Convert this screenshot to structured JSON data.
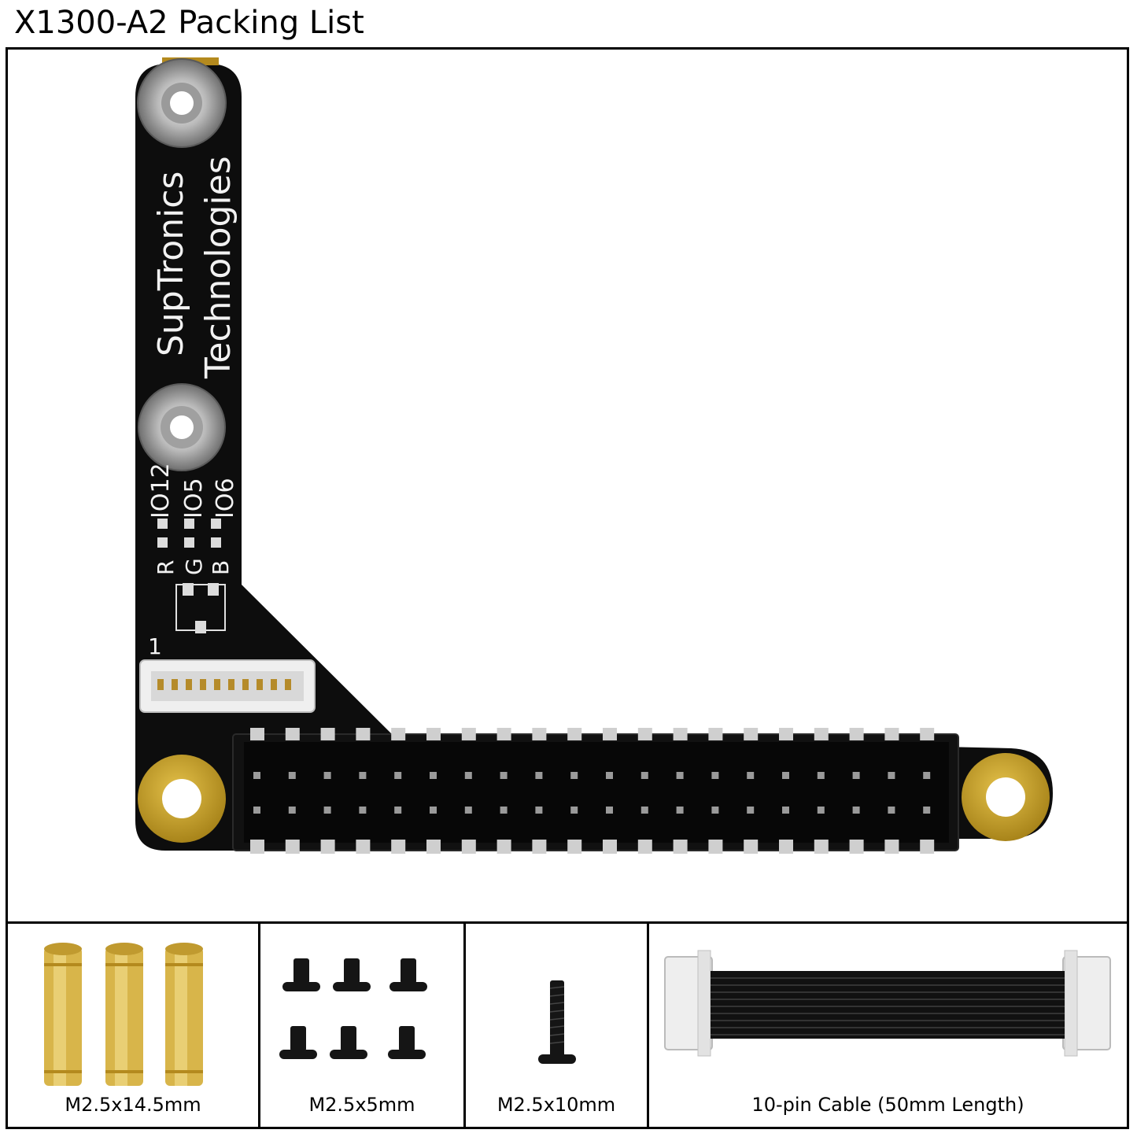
{
  "title": "X1300-A2 Packing List",
  "board": {
    "brand_line1": "SupTronics",
    "brand_line2": "Technologies",
    "jumper_labels": [
      "IO12",
      "IO5",
      "IO6"
    ],
    "jumper_row_labels": [
      "R",
      "G",
      "B"
    ],
    "pin1_marker": "1"
  },
  "items": [
    {
      "label": "M2.5x14.5mm",
      "icon": "brass-standoff-icon",
      "count": 3
    },
    {
      "label": "M2.5x5mm",
      "icon": "short-screw-icon",
      "count": 6
    },
    {
      "label": "M2.5x10mm",
      "icon": "long-screw-icon",
      "count": 1
    },
    {
      "label": "10-pin Cable (50mm Length)",
      "icon": "ribbon-cable-icon",
      "count": 1
    }
  ],
  "colors": {
    "pcb": "#0d0d0d",
    "pad_gold": "#c9a227",
    "brass": "#d8b54a",
    "screw": "#151515",
    "connector": "#eeeeee"
  }
}
